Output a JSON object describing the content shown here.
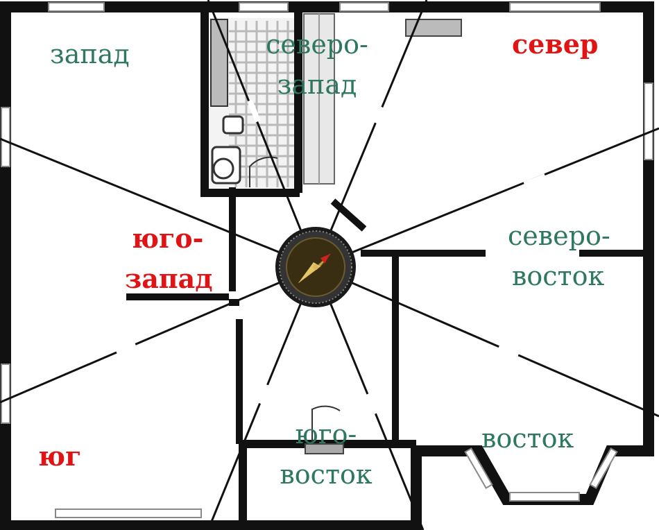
{
  "colors": {
    "wall": "#111111",
    "label_primary": "#e01414",
    "label_secondary": "#2e7860",
    "compass_bezel": "#1a1a1a",
    "compass_face": "#3a2e12",
    "needle": "#c9a645",
    "needle_tip": "#d22020"
  },
  "labels": {
    "north": "север",
    "northwest_1": "северо-",
    "northwest_2": "запад",
    "west": "запад",
    "southwest_1": "юго-",
    "southwest_2": "запад",
    "south": "юг",
    "southeast_1": "юго-",
    "southeast_2": "восток",
    "east": "восток",
    "northeast_1": "северо-",
    "northeast_2": "восток"
  },
  "icons": {
    "compass": "compass-icon"
  }
}
